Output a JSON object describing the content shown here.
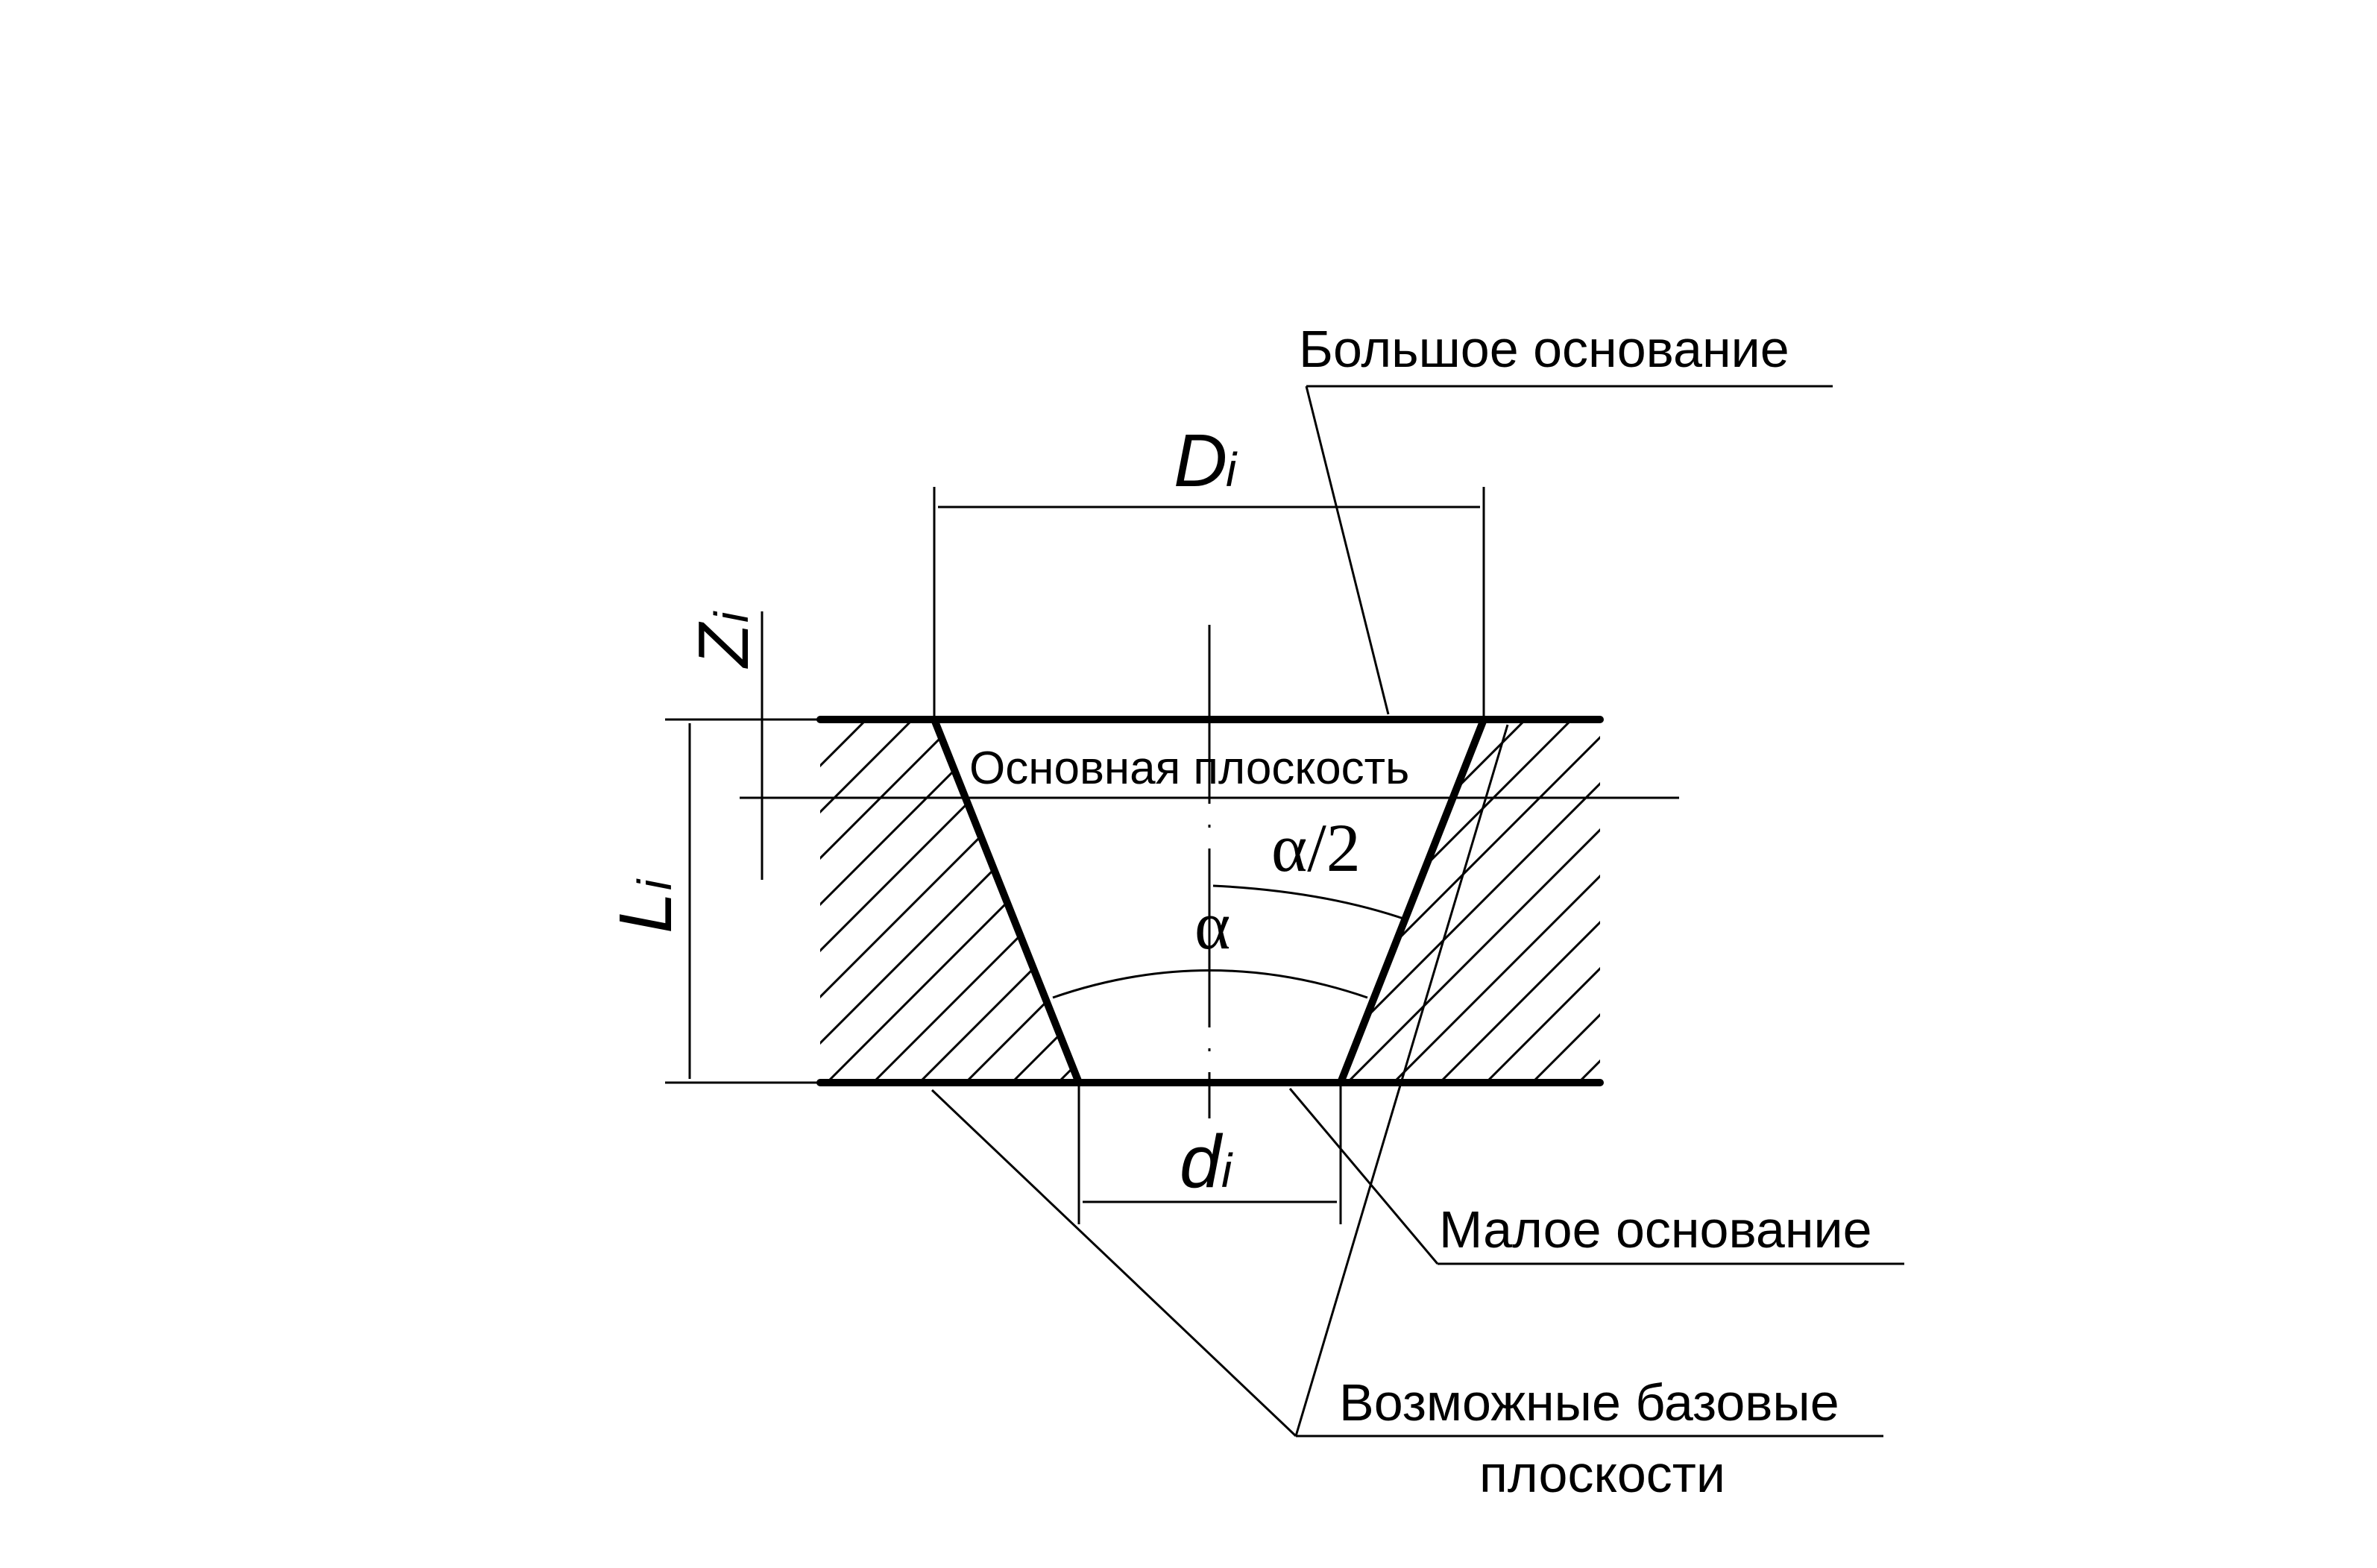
{
  "labels": {
    "big_base": "Большое основание",
    "small_base": "Малое основание",
    "base_planes_line1": "Возможные базовые",
    "base_planes_line2": "плоскости",
    "main_plane": "Основная плоскость"
  },
  "symbols": {
    "D_main": "D",
    "D_sub": "i",
    "d_main": "d",
    "d_sub": "i",
    "L_main": "L",
    "L_sub": "i",
    "Z_main": "Z",
    "Z_sub": "i",
    "alpha": "α",
    "half_alpha": "α/2"
  }
}
